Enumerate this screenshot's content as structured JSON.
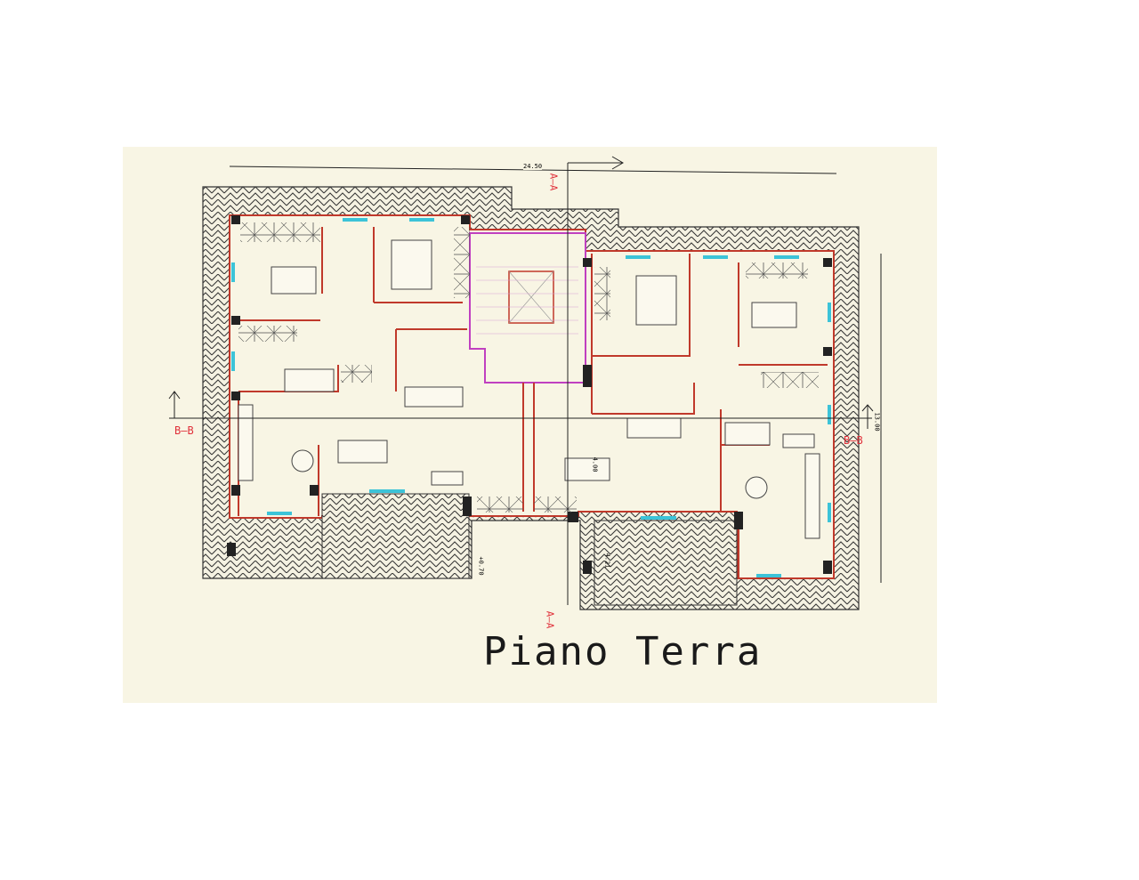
{
  "drawing": {
    "title": "Piano Terra",
    "overall_width_dim": "24.50",
    "overall_depth_dim": "13.00",
    "section_a_label_top": "A–A",
    "section_a_label_bottom": "A–A",
    "section_b_label_left": "B–B",
    "section_b_label_right": "B–B",
    "dim_table": "4.00",
    "dim_left_terrace": "+0.70",
    "dim_right_terrace": "4.21"
  },
  "colors": {
    "paper": "#f8f5e4",
    "wall": "#c0392b",
    "window": "#3cc3d8",
    "stair": "#c040c0",
    "section": "#e0303a",
    "ink": "#222222"
  }
}
